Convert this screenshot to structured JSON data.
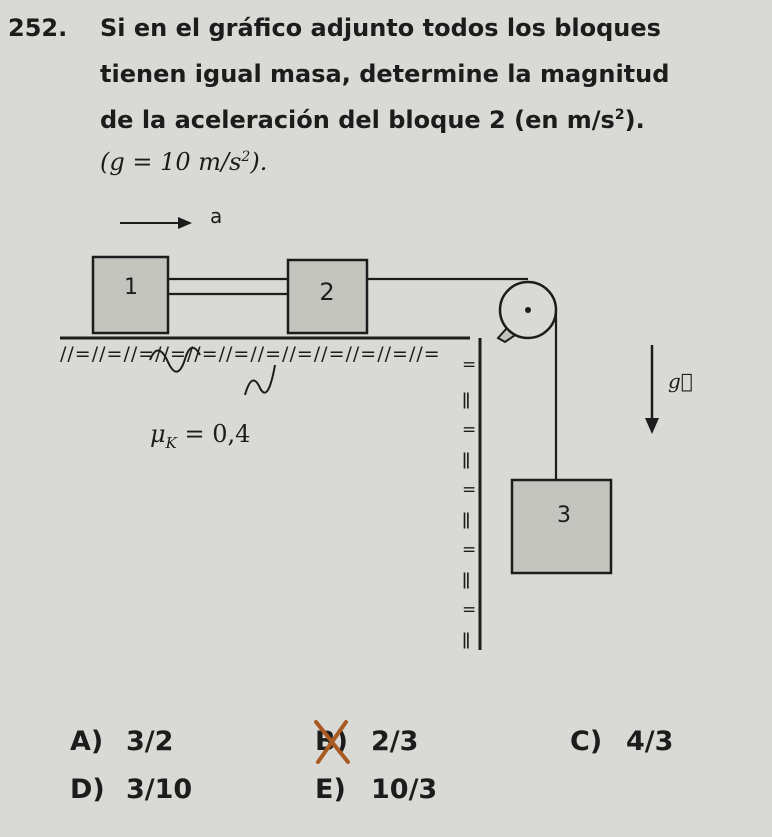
{
  "question": {
    "number": "252.",
    "line1": "Si en el gráfico adjunto todos los bloques",
    "line2": "tienen igual masa, determine la magnitud",
    "line3_prefix": "de la aceleración del bloque 2 (en m/s",
    "line3_exp": "2",
    "line3_suffix": ").",
    "line4_prefix": "(g = 10 m/s",
    "line4_exp": "2",
    "line4_suffix": ")."
  },
  "diagram": {
    "accel_label": "a",
    "block1_label": "1",
    "block2_label": "2",
    "block3_label": "3",
    "gravity_label": "g⃗",
    "friction_label": "μ",
    "friction_sub": "K",
    "friction_value": " = 0,4"
  },
  "answers": [
    {
      "letter": "A)",
      "value": "3/2"
    },
    {
      "letter": "B)",
      "value": "2/3"
    },
    {
      "letter": "C)",
      "value": "4/3"
    },
    {
      "letter": "D)",
      "value": "3/10"
    },
    {
      "letter": "E)",
      "value": "10/3"
    }
  ],
  "colors": {
    "paper": "#d9d9d5",
    "ink": "#1c1c1c",
    "block_fill": "#c4c4bf",
    "marker": "#a85a22"
  }
}
